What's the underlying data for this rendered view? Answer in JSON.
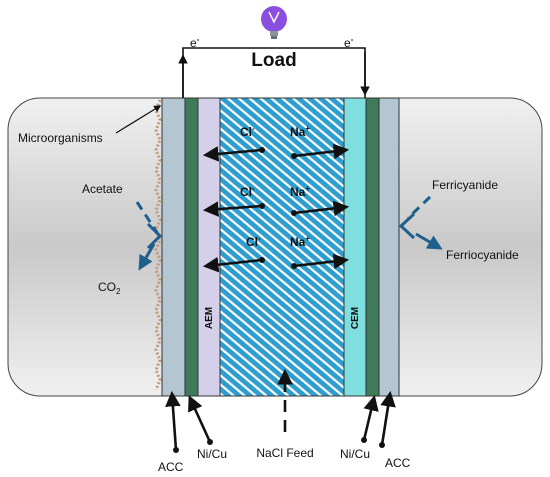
{
  "circuit": {
    "load_label": "Load",
    "electron_left": "e",
    "electron_right": "e",
    "electron_charge": "-",
    "bulb_icon": "lightbulb-icon",
    "bulb_color": "#8a4fe0"
  },
  "anode_chamber": {
    "microorganisms_label": "Microorganisms",
    "substrate_label": "Acetate",
    "product_label": "CO",
    "product_subscript": "2"
  },
  "cathode_chamber": {
    "reactant_label": "Ferricyanide",
    "product_label": "Ferriocyanide"
  },
  "membranes": {
    "aem_label": "AEM",
    "cem_label": "CEM"
  },
  "desalination": {
    "rows": [
      {
        "anion": "Cl",
        "anion_charge": "-",
        "cation": "Na",
        "cation_charge": "+"
      },
      {
        "anion": "Cl",
        "anion_charge": "-",
        "cation": "Na",
        "cation_charge": "+"
      },
      {
        "anion": "Cl",
        "anion_charge": "-",
        "cation": "Na",
        "cation_charge": "+"
      }
    ],
    "feed_label": "NaCl Feed"
  },
  "bottom_labels": {
    "acc_left": "ACC",
    "nicu_left": "Ni/Cu",
    "acc_right": "ACC",
    "nicu_right": "Ni/Cu"
  },
  "colors": {
    "arrow_blue": "#1f5f8b",
    "chamber_grey": "#c8c8c8",
    "acc_blue": "#b3c6d2",
    "current_collector_green": "#3f7a5b",
    "aem_lavender": "#d4d0ea",
    "cem_cyan": "#7fdede",
    "salt_hatch_blue": "#2e9ed0"
  }
}
